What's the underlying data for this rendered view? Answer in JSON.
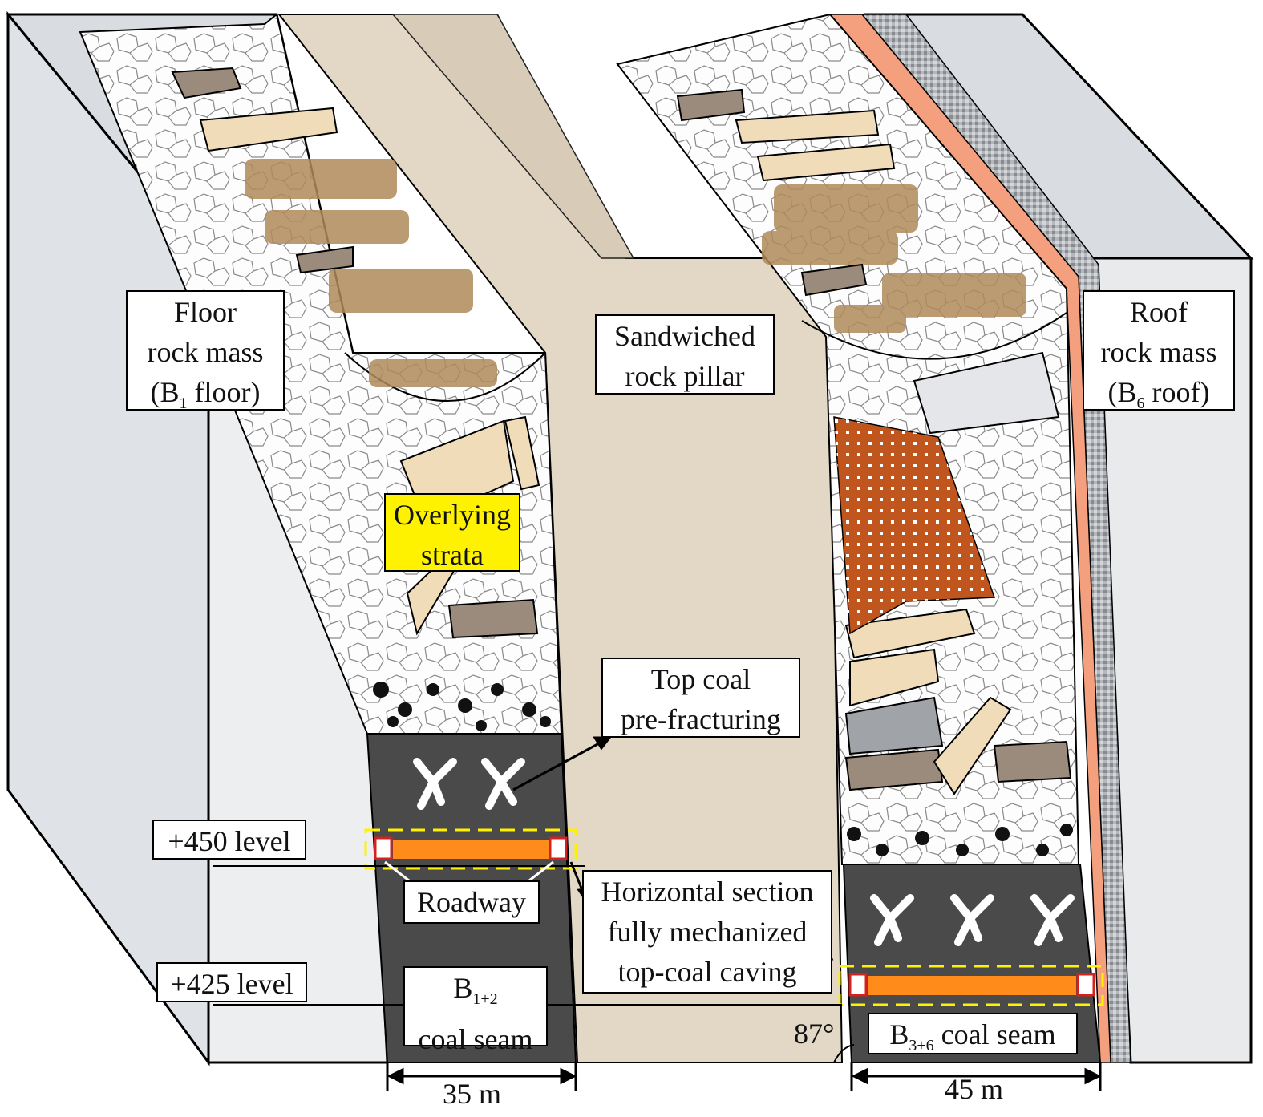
{
  "labels": {
    "floor_rock_mass": [
      "Floor",
      "rock mass",
      "(B",
      "1",
      " floor)"
    ],
    "roof_rock_mass": [
      "Roof",
      "rock mass",
      "(B",
      "6",
      " roof)"
    ],
    "sandwiched_pillar": [
      "Sandwiched",
      "rock pillar"
    ],
    "overlying_strata": [
      "Overlying",
      "strata"
    ],
    "top_coal_prefracturing": [
      "Top coal",
      "pre-fracturing"
    ],
    "level_450": "+450 level",
    "level_425": "+425 level",
    "roadway": "Roadway",
    "horizontal_section": [
      "Horizontal section",
      "fully mechanized",
      "top-coal caving"
    ],
    "seam_b12": [
      "B",
      "1+2",
      "coal seam"
    ],
    "seam_b36": [
      "B",
      "3+6",
      " coal seam"
    ],
    "angle": "87°",
    "width_left": "35 m",
    "width_right": "45 m"
  },
  "colors": {
    "rock": "#e4e6ea",
    "pillar": "#e3d8c6",
    "coal": "#4a4a4a",
    "gangue_fill": "#fdfdfd",
    "slab": "#f0dcb8",
    "slab_dark": "#9b8b7c",
    "roof_layer": "#f4a07e",
    "gravel_layer": "#a0a4a8",
    "roadway_orange": "#ff8c1a",
    "roadway_red": "#d62020",
    "yellow_box": "#fff200",
    "dotted_block": "#c0551e"
  }
}
